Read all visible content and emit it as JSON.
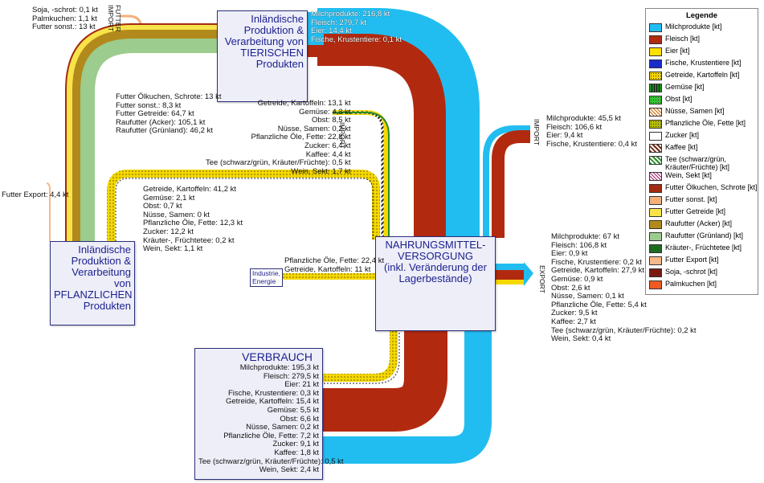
{
  "nodes": {
    "tierisch": "Inländische\nProduktion &\nVerarbeitung von\nTIERISCHEN\nProdukten",
    "pflanzlich": "Inländische\nProduktion &\nVerarbeitung von\nPFLANZLICHEN\nProdukten",
    "versorgung": "NAHRUNGSMITTEL-\nVERSORGUNG\n(inkl. Veränderung der\nLagerbestände)",
    "verbrauch": "VERBRAUCH",
    "industrie": "Industrie,\nEnergie"
  },
  "vertical_labels": {
    "futter_import": "FUTTER IMPORT",
    "import_mid": "IMPORT",
    "import_right": "IMPORT",
    "export": "EXPORT"
  },
  "labels": {
    "futter_import": "Soja, -schrot: 0,1 kt\nPalmkuchen: 1,1 kt\nFutter sonst.: 13 kt",
    "tierisch_out": "Milchprodukte: 216,8 kt\nFleisch: 279,7 kt\nEier: 14,4 kt\nFische, Krustentiere: 0,1 kt",
    "futter_flow": "Futter Ölkuchen, Schrote: 13 kt\nFutter sonst.: 8,3 kt\nFutter Getreide: 64,7 kt\nRaufutter (Acker): 105,1 kt\nRaufutter (Grünland): 46,2 kt",
    "import_mid": "Getreide, Kartoffeln: 13,1 kt\nGemüse: 4,3 kt\nObst: 8,5 kt\nNüsse, Samen: 0,2 kt\nPflanzliche Öle, Fette: 22,8 kt\nZucker: 6,4 kt\nKaffee: 4,4 kt\nTee (schwarz/grün, Kräuter/Früchte): 0,5 kt\nWein, Sekt: 1,7 kt",
    "import_right": "Milchprodukte: 45,5 kt\nFleisch: 106,6 kt\nEier: 9,4 kt\nFische, Krustentiere: 0,4 kt",
    "futter_export": "Futter Export: 4,4 kt",
    "pflanz_out": "Getreide, Kartoffeln: 41,2 kt\nGemüse: 2,1 kt\nObst: 0,7 kt\nNüsse, Samen: 0 kt\nPflanzliche Öle, Fette: 12,3 kt\nZucker: 12,2 kt\nKräuter-, Früchtetee: 0,2 kt\nWein, Sekt: 1,1 kt",
    "industrie": "Pflanzliche Öle, Fette: 22,4 kt\nGetreide, Kartoffeln: 11 kt",
    "export": "Milchprodukte: 67 kt\nFleisch: 106,8 kt\nEier: 0,9 kt\nFische, Krustentiere: 0,2 kt\nGetreide, Kartoffeln: 27,9 kt\nGemüse: 0,9 kt\nObst: 2,6 kt\nNüsse, Samen: 0,1 kt\nPflanzliche Öle, Fette: 5,4 kt\nZucker: 9,5 kt\nKaffee: 2,7 kt\nTee (schwarz/grün, Kräuter/Früchte): 0,2 kt\nWein, Sekt: 0,4 kt",
    "verbrauch": "Milchprodukte: 195,3 kt\nFleisch: 279,5 kt\nEier: 21 kt\nFische, Krustentiere: 0,3 kt\nGetreide, Kartoffeln: 15,4 kt\nGemüse: 5,5 kt\nObst: 6,6 kt\nNüsse, Samen: 0,2 kt\nPflanzliche Öle, Fette: 7,2 kt\nZucker: 9,1 kt\nKaffee: 1,8 kt\nTee (schwarz/grün, Kräuter/Früchte): 0,5 kt\nWein, Sekt: 2,4 kt"
  },
  "legend": {
    "title": "Legende",
    "items": [
      {
        "label": "Milchprodukte [kt]",
        "color": "#22bdf0",
        "pattern": "solid"
      },
      {
        "label": "Fleisch [kt]",
        "color": "#b12a10",
        "pattern": "solid"
      },
      {
        "label": "Eier [kt]",
        "color": "#ffe000",
        "pattern": "solid"
      },
      {
        "label": "Fische, Krustentiere [kt]",
        "color": "#1a2acc",
        "pattern": "solid"
      },
      {
        "label": "Getreide, Kartoffeln [kt]",
        "color": "#f5d800",
        "pattern": "dots"
      },
      {
        "label": "Gemüse [kt]",
        "color": "#1f8a1f",
        "pattern": "checker"
      },
      {
        "label": "Obst [kt]",
        "color": "#33cc33",
        "pattern": "dots"
      },
      {
        "label": "Nüsse, Samen [kt]",
        "color": "#cc6600",
        "pattern": "cross"
      },
      {
        "label": "Pflanzliche Öle, Fette [kt]",
        "color": "#b8c000",
        "pattern": "dots"
      },
      {
        "label": "Zucker [kt]",
        "color": "#ffffff",
        "pattern": "solid"
      },
      {
        "label": "Kaffee [kt]",
        "color": "#6b2a12",
        "pattern": "hatch"
      },
      {
        "label": "Tee (schwarz/grün, Kräuter/Früchte) [kt]",
        "color": "#2a8a2a",
        "pattern": "hatch"
      },
      {
        "label": "Wein, Sekt [kt]",
        "color": "#aa2266",
        "pattern": "cross"
      },
      {
        "label": "Futter Ölkuchen, Schrote [kt]",
        "color": "#a42a10",
        "pattern": "solid"
      },
      {
        "label": "Futter sonst. [kt]",
        "color": "#f3b07a",
        "pattern": "solid"
      },
      {
        "label": "Futter Getreide [kt]",
        "color": "#f8e44a",
        "pattern": "solid"
      },
      {
        "label": "Raufutter (Acker) [kt]",
        "color": "#b28a1c",
        "pattern": "solid"
      },
      {
        "label": "Raufutter (Grünland) [kt]",
        "color": "#9ccc8e",
        "pattern": "solid"
      },
      {
        "label": "Kräuter-, Früchtetee [kt]",
        "color": "#1e6b1e",
        "pattern": "solid"
      },
      {
        "label": "Futter Export [kt]",
        "color": "#f8b888",
        "pattern": "solid"
      },
      {
        "label": "Soja, -schrot [kt]",
        "color": "#7a1a14",
        "pattern": "solid"
      },
      {
        "label": "Palmkuchen [kt]",
        "color": "#ee5a22",
        "pattern": "solid"
      }
    ]
  },
  "colors": {
    "milk": "#22bdf0",
    "meat": "#b12a10",
    "grain": "#f5d800",
    "futter_raufutter_acker": "#b28a1c",
    "futter_gruenland": "#9ccc8e",
    "futter_sonst": "#f3b07a",
    "box_fill": "#eeeef9",
    "box_border": "#2b2f7a"
  }
}
